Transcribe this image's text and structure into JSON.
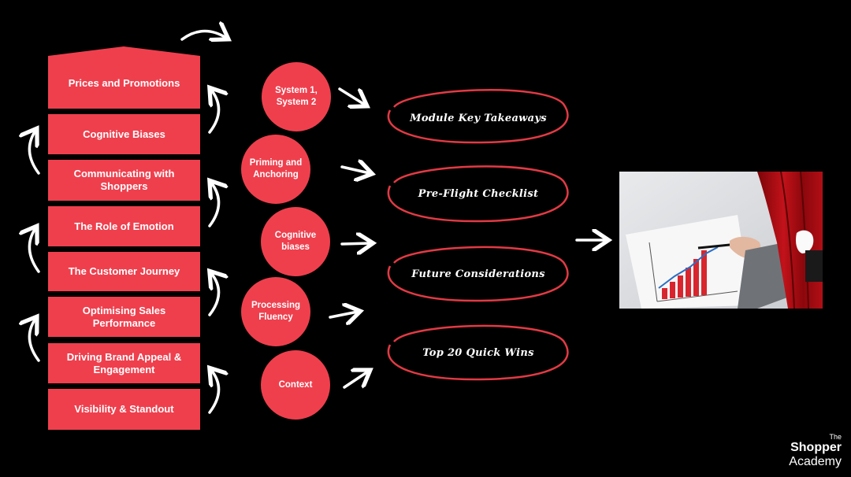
{
  "stack": {
    "blocks": [
      {
        "label": "Prices and Promotions"
      },
      {
        "label": "Cognitive Biases"
      },
      {
        "label": "Communicating with Shoppers"
      },
      {
        "label": "The Role of Emotion"
      },
      {
        "label": "The Customer Journey"
      },
      {
        "label": "Optimising Sales Performance"
      },
      {
        "label": "Driving Brand Appeal & Engagement"
      },
      {
        "label": "Visibility & Standout"
      }
    ],
    "color": "#ef3f4d"
  },
  "circles": [
    {
      "label": "System 1, System 2"
    },
    {
      "label": "Priming and Anchoring"
    },
    {
      "label": "Cognitive biases"
    },
    {
      "label": "Processing Fluency"
    },
    {
      "label": "Context"
    }
  ],
  "ovals": [
    {
      "label": "Module Key Takeaways"
    },
    {
      "label": "Pre-Flight Checklist"
    },
    {
      "label": "Future Considerations"
    },
    {
      "label": "Top 20 Quick Wins"
    }
  ],
  "photo": {
    "icon": "presentation-chart-photo"
  },
  "logo": {
    "the": "The",
    "line1": "Shopper",
    "line2": "Academy"
  },
  "colors": {
    "background": "#000000",
    "accent": "#ef3f4d",
    "text": "#ffffff"
  }
}
